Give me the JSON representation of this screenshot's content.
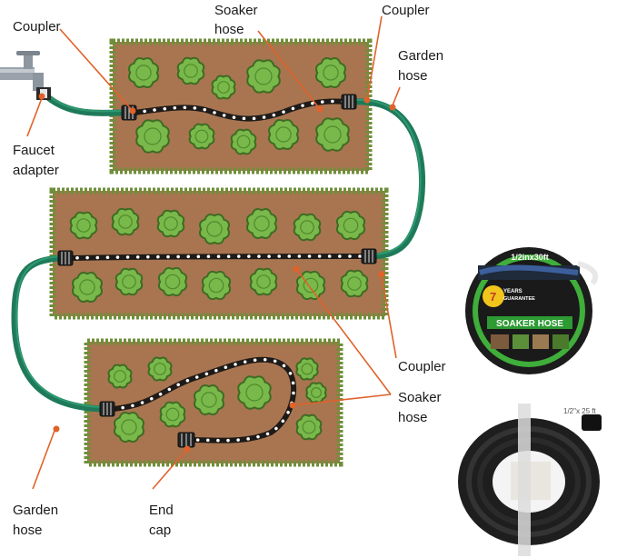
{
  "labels": {
    "coupler_top_left": [
      "Coupler"
    ],
    "soaker_top": [
      "Soaker",
      "hose"
    ],
    "coupler_top_right": [
      "Coupler"
    ],
    "garden_hose_right": [
      "Garden",
      "hose"
    ],
    "faucet_adapter": [
      "Faucet",
      "adapter"
    ],
    "coupler_right": [
      "Coupler"
    ],
    "soaker_right": [
      "Soaker",
      "hose"
    ],
    "garden_hose_bottom": [
      "Garden",
      "hose"
    ],
    "end_cap": [
      "End",
      "cap"
    ]
  },
  "product": {
    "reel_size": "1/2inx30ft",
    "years": "7",
    "years_label": "YEARS",
    "guarantee": "GUARANTEE",
    "name": "SOAKER HOSE",
    "coil_tag": "1/2\"x 25 ft"
  },
  "colors": {
    "garden_hose": "#1f7a5a",
    "soaker_hose": "#1e1a18",
    "soil": "#a87550",
    "plant": "#79b84a",
    "pointer": "#e0622a"
  }
}
